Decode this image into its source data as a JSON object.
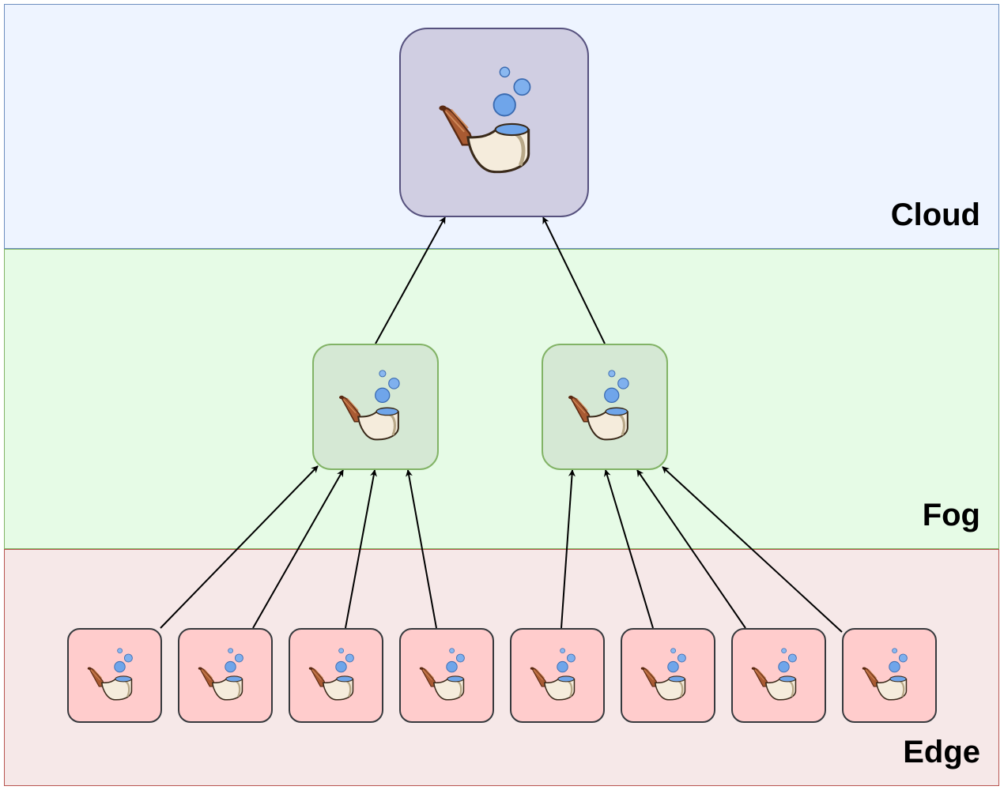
{
  "layers": {
    "cloud": {
      "label": "Cloud",
      "fill": "#eef4ff",
      "stroke": "#6c8ebf"
    },
    "fog": {
      "label": "Fog",
      "fill": "#e6fbe6",
      "stroke": "#82b366"
    },
    "edge": {
      "label": "Edge",
      "fill": "#f6e8e8",
      "stroke": "#b85450"
    }
  },
  "node_styles": {
    "cloud": {
      "fill": "#d0cee2",
      "stroke": "#56517e"
    },
    "fog": {
      "fill": "#d5e8d4",
      "stroke": "#82b366"
    },
    "edge": {
      "fill": "#ffcccc",
      "stroke": "#36393d"
    }
  },
  "icon": "smoking-pipe-with-bubbles-icon",
  "nodes": [
    {
      "id": "cloud-1",
      "tier": "cloud"
    },
    {
      "id": "fog-1",
      "tier": "fog"
    },
    {
      "id": "fog-2",
      "tier": "fog"
    },
    {
      "id": "edge-1",
      "tier": "edge"
    },
    {
      "id": "edge-2",
      "tier": "edge"
    },
    {
      "id": "edge-3",
      "tier": "edge"
    },
    {
      "id": "edge-4",
      "tier": "edge"
    },
    {
      "id": "edge-5",
      "tier": "edge"
    },
    {
      "id": "edge-6",
      "tier": "edge"
    },
    {
      "id": "edge-7",
      "tier": "edge"
    },
    {
      "id": "edge-8",
      "tier": "edge"
    }
  ],
  "edges": [
    {
      "from": "fog-1",
      "to": "cloud-1"
    },
    {
      "from": "fog-2",
      "to": "cloud-1"
    },
    {
      "from": "edge-1",
      "to": "fog-1"
    },
    {
      "from": "edge-2",
      "to": "fog-1"
    },
    {
      "from": "edge-3",
      "to": "fog-1"
    },
    {
      "from": "edge-4",
      "to": "fog-1"
    },
    {
      "from": "edge-5",
      "to": "fog-2"
    },
    {
      "from": "edge-6",
      "to": "fog-2"
    },
    {
      "from": "edge-7",
      "to": "fog-2"
    },
    {
      "from": "edge-8",
      "to": "fog-2"
    }
  ]
}
